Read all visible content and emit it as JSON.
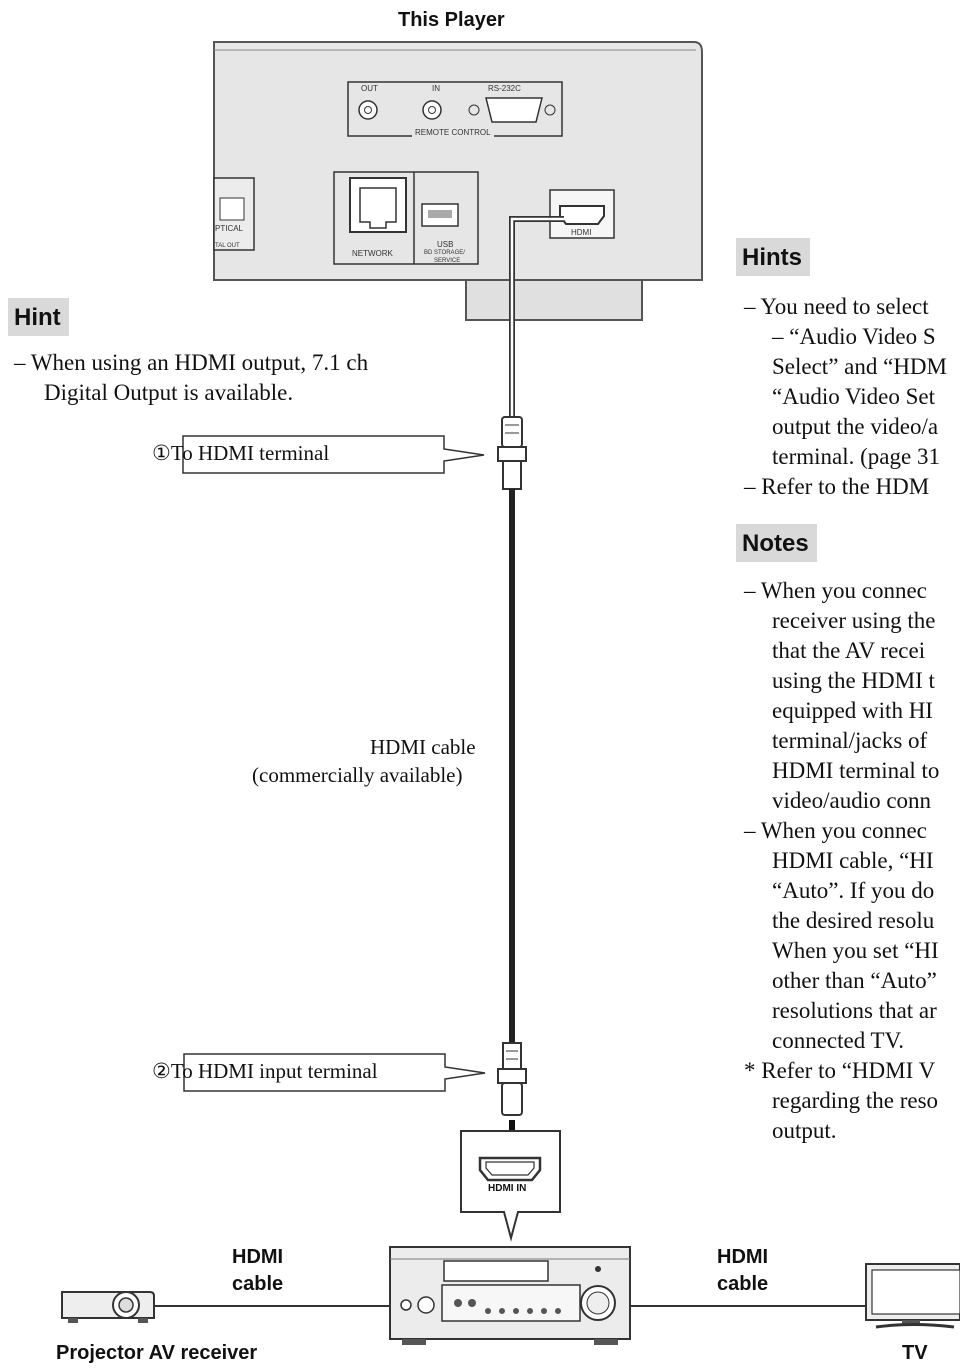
{
  "player": {
    "title": "This Player",
    "labels": {
      "out": "OUT",
      "in": "IN",
      "rs232c": "RS-232C",
      "remote_control": "REMOTE CONTROL",
      "optical": "PTICAL",
      "digital_out": "TAL OUT",
      "network": "NETWORK",
      "usb": "USB",
      "sd_storage": "BD STORAGE/",
      "service": "SERVICE",
      "hdmi": "HDMI"
    }
  },
  "hint": {
    "heading": "Hint",
    "lines": [
      "– When using an HDMI output, 7.1 ch",
      "Digital Output is available."
    ]
  },
  "hints": {
    "heading": "Hints",
    "lines": [
      "– You need to select",
      "– “Audio Video S",
      "Select” and “HDM",
      "“Audio Video Set",
      "output the video/a",
      "terminal. (page 31",
      "– Refer to the HDM"
    ]
  },
  "notes": {
    "heading": "Notes",
    "lines": [
      "– When you connec",
      "receiver using the",
      "that the AV recei",
      "using the HDMI t",
      "equipped with HI",
      "terminal/jacks of",
      "HDMI terminal to",
      "video/audio conn",
      "– When you connec",
      "HDMI cable, “HI",
      "“Auto”. If you do",
      "the desired resolu",
      "When you set “HI",
      "other than “Auto”",
      "resolutions that ar",
      "connected TV.",
      "* Refer to “HDMI V",
      "regarding the reso",
      "output."
    ]
  },
  "callouts": {
    "step1": "①To HDMI terminal",
    "step2": "②To HDMI input terminal"
  },
  "cable_label": {
    "line1": "HDMI cable",
    "line2": "(commercially available)"
  },
  "hdmi_in_label": "HDMI IN",
  "bottom": {
    "left_cable": [
      "HDMI",
      "cable"
    ],
    "right_cable": [
      "HDMI",
      "cable"
    ],
    "projector_label": "Projector AV receiver",
    "tv_label": "TV"
  }
}
